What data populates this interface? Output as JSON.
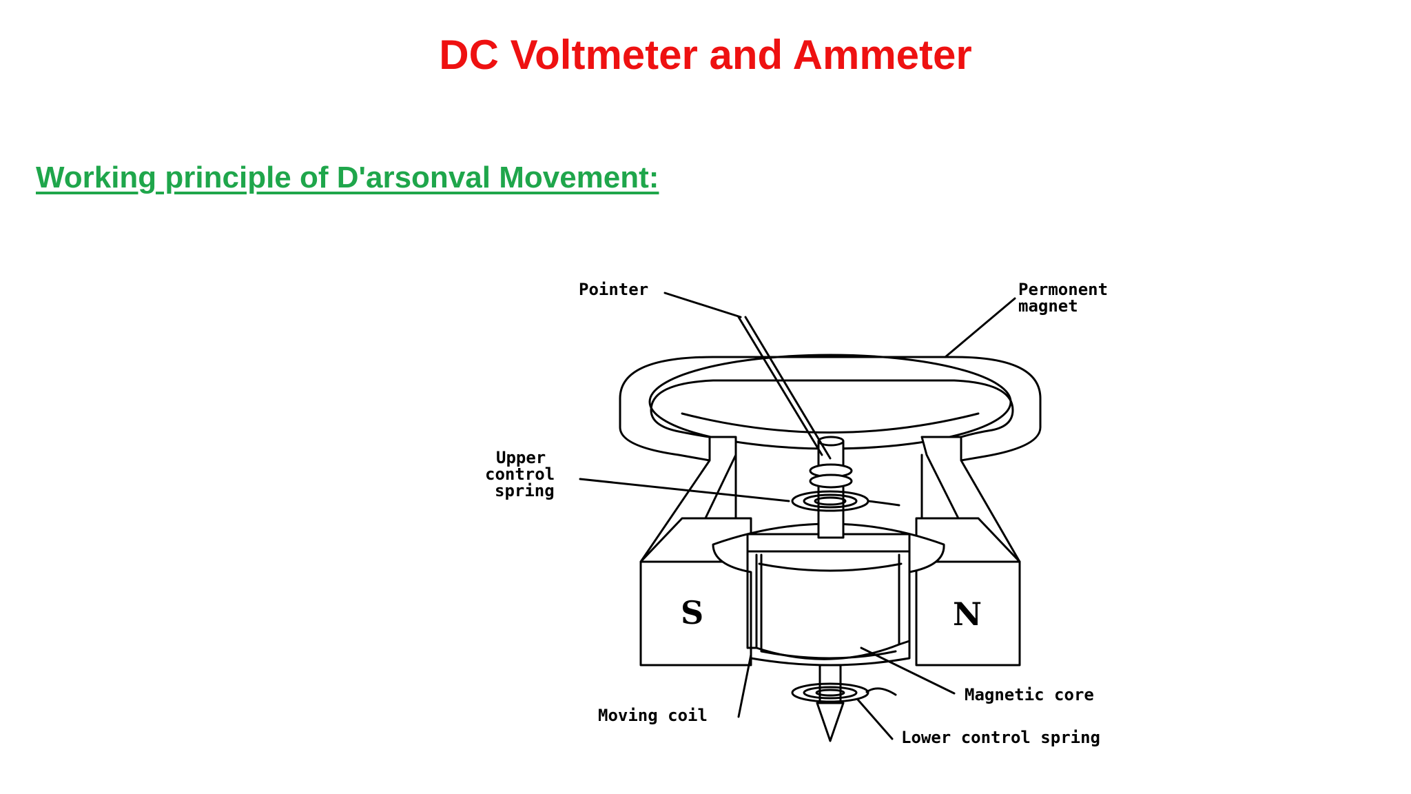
{
  "slide": {
    "title": "DC Voltmeter and Ammeter",
    "subtitle": "Working principle of D'arsonval Movement:",
    "colors": {
      "title": "#ee1111",
      "subtitle": "#1fa64b",
      "background": "#ffffff"
    }
  },
  "diagram": {
    "labels": {
      "pointer": "Pointer",
      "permanent_magnet_line1": "Permonent",
      "permanent_magnet_line2": "magnet",
      "upper_spring_line1": "Upper",
      "upper_spring_line2": "control",
      "upper_spring_line3": "spring",
      "moving_coil": "Moving  coil",
      "magnetic_core": "Magnetic  core",
      "lower_spring": "Lower  control  spring",
      "south_pole": "S",
      "north_pole": "N"
    }
  }
}
